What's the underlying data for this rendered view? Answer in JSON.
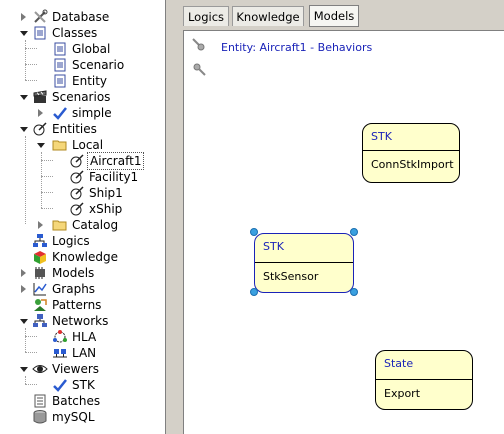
{
  "tree": {
    "database": "Database",
    "classes": "Classes",
    "global": "Global",
    "scenario": "Scenario",
    "entity": "Entity",
    "scenarios": "Scenarios",
    "simple": "simple",
    "entities": "Entities",
    "local": "Local",
    "aircraft1": "Aircraft1",
    "facility1": "Facility1",
    "ship1": "Ship1",
    "xship": "xShip",
    "catalog": "Catalog",
    "logics": "Logics",
    "knowledge": "Knowledge",
    "models": "Models",
    "graphs": "Graphs",
    "patterns": "Patterns",
    "networks": "Networks",
    "hla": "HLA",
    "lan": "LAN",
    "viewers": "Viewers",
    "stk": "STK",
    "batches": "Batches",
    "mysql": "mySQL"
  },
  "tabs": {
    "logics": "Logics",
    "knowledge": "Knowledge",
    "models": "Models"
  },
  "canvas": {
    "title": "Entity: Aircraft1 - Behaviors",
    "boxes": [
      {
        "title": "STK",
        "body": "ConnStkImport"
      },
      {
        "title": "STK",
        "body": "StkSensor"
      },
      {
        "title": "State",
        "body": "Export"
      }
    ]
  },
  "colors": {
    "box_fill": "#ffffcc",
    "box_title": "#1a23b8",
    "handle": "#3aa0e0"
  }
}
